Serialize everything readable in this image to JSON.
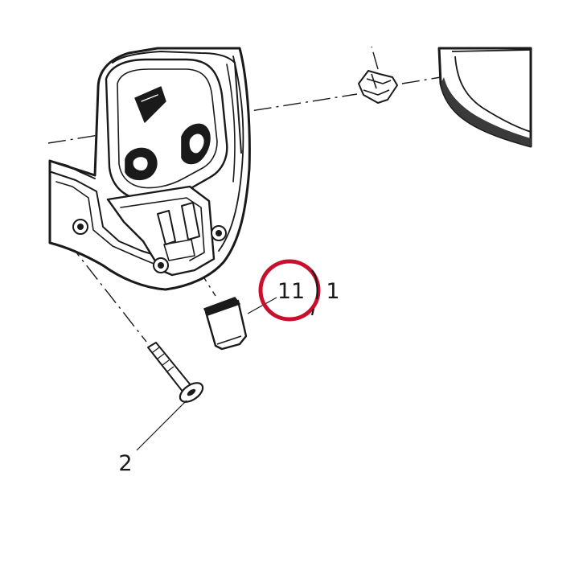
{
  "callouts": {
    "part_11": "11",
    "part_1": "1",
    "part_2": "2"
  },
  "colors": {
    "line": "#1a1a1a",
    "fill": "#ffffff",
    "highlight": "#c8102e"
  },
  "highlighted_callout": "11"
}
